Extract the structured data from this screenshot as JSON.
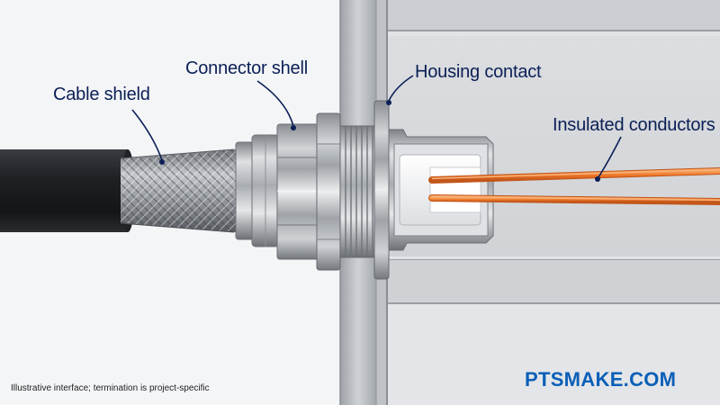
{
  "labels": {
    "cable_shield": "Cable shield",
    "connector_shell": "Connector shell",
    "housing_contact": "Housing contact",
    "insulated_conductors": "Insulated conductors"
  },
  "footnote": "Illustrative interface; termination is project-specific",
  "brand": "PTSMAKE.COM",
  "colors": {
    "label_text": "#0b1f55",
    "brand": "#0a5fb8",
    "conductor": "#f07a2a",
    "cable_jacket": "#1c1d20",
    "housing": "#c9ccd0",
    "insulator": "#f3f4f4"
  }
}
